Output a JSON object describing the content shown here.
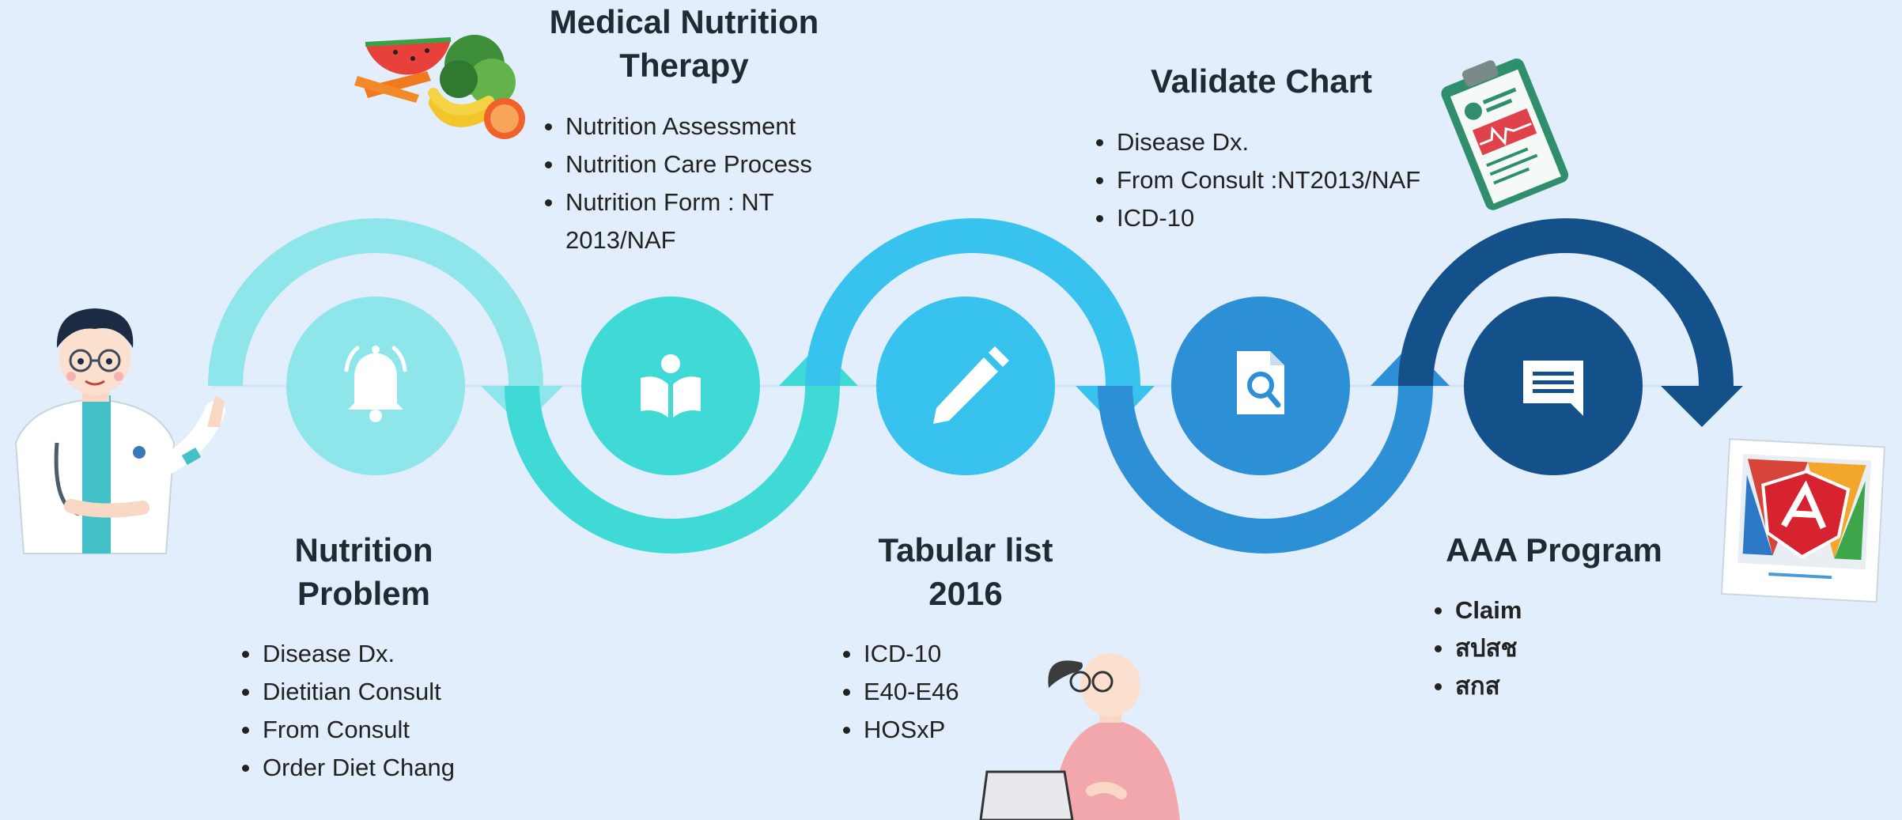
{
  "colors": {
    "background": "#e3eefc",
    "stage1": "#8ee6ea",
    "stage2": "#3fd9d6",
    "stage3": "#37c3ee",
    "stage4": "#2d8fd6",
    "stage5": "#14508a"
  },
  "stages": [
    {
      "icon": "bell-icon",
      "title": [
        "Nutrition",
        "Problem"
      ],
      "items": [
        "Disease  Dx.",
        "Dietitian Consult",
        "From Consult",
        "Order Diet Chang"
      ]
    },
    {
      "icon": "open-book-reader-icon",
      "title": [
        "Medical Nutrition",
        "Therapy"
      ],
      "items": [
        "Nutrition Assessment",
        "Nutrition Care Process",
        "Nutrition Form : NT",
        "2013/NAF"
      ]
    },
    {
      "icon": "pencil-icon",
      "title": [
        "Tabular list",
        "2016"
      ],
      "items": [
        "ICD-10",
        "E40-E46",
        "HOSxP"
      ]
    },
    {
      "icon": "document-search-icon",
      "title": [
        "Validate Chart"
      ],
      "items": [
        "Disease Dx.",
        "From Consult :NT2013/NAF",
        "ICD-10"
      ]
    },
    {
      "icon": "chat-message-icon",
      "title": [
        "AAA Program"
      ],
      "items": [
        "Claim",
        "สปสช",
        "สกส"
      ]
    }
  ]
}
